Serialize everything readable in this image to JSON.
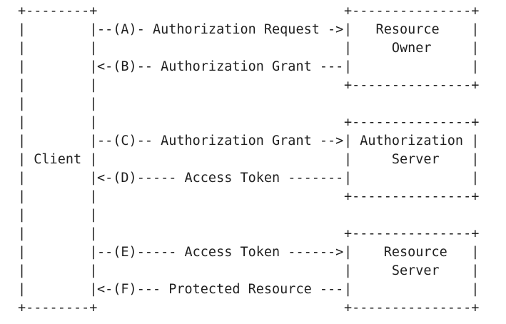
{
  "diagram": {
    "kind": "ascii-flow-diagram",
    "colors": {
      "text": "#1f1f1f",
      "background": "#ffffff"
    },
    "client": {
      "label": "Client",
      "ascii": [
        "+--------+",
        "|        |",
        "|        |",
        "|        |",
        "|        |",
        "|        |",
        "|        |",
        "|        |",
        "| Client |",
        "|        |",
        "|        |",
        "|        |",
        "|        |",
        "|        |",
        "|        |",
        "|        |",
        "+--------+"
      ]
    },
    "boxes": [
      {
        "name": "Resource Owner",
        "line1": "Resource",
        "line2": "Owner",
        "ascii": [
          "+---------------+",
          "|   Resource    |",
          "|     Owner     |",
          "|               |",
          "+---------------+"
        ]
      },
      {
        "name": "Authorization Server",
        "line1": "Authorization",
        "line2": "Server",
        "ascii": [
          "+---------------+",
          "| Authorization |",
          "|     Server    |",
          "|               |",
          "+---------------+"
        ]
      },
      {
        "name": "Resource Server",
        "line1": "Resource",
        "line2": "Server",
        "ascii": [
          "+---------------+",
          "|    Resource   |",
          "|     Server    |",
          "|               |",
          "+---------------+"
        ]
      }
    ],
    "flows": [
      {
        "step": "A",
        "label": "Authorization Request",
        "from": "Client",
        "to": "Resource Owner",
        "ascii": "--(A)- Authorization Request ->"
      },
      {
        "step": "B",
        "label": "Authorization Grant",
        "from": "Resource Owner",
        "to": "Client",
        "ascii": "<-(B)-- Authorization Grant ---"
      },
      {
        "step": "C",
        "label": "Authorization Grant",
        "from": "Client",
        "to": "Authorization Server",
        "ascii": "--(C)-- Authorization Grant -->"
      },
      {
        "step": "D",
        "label": "Access Token",
        "from": "Authorization Server",
        "to": "Client",
        "ascii": "<-(D)----- Access Token -------"
      },
      {
        "step": "E",
        "label": "Access Token",
        "from": "Client",
        "to": "Resource Server",
        "ascii": "--(E)----- Access Token ------>"
      },
      {
        "step": "F",
        "label": "Protected Resource",
        "from": "Resource Server",
        "to": "Client",
        "ascii": "<-(F)--- Protected Resource ---"
      }
    ]
  }
}
